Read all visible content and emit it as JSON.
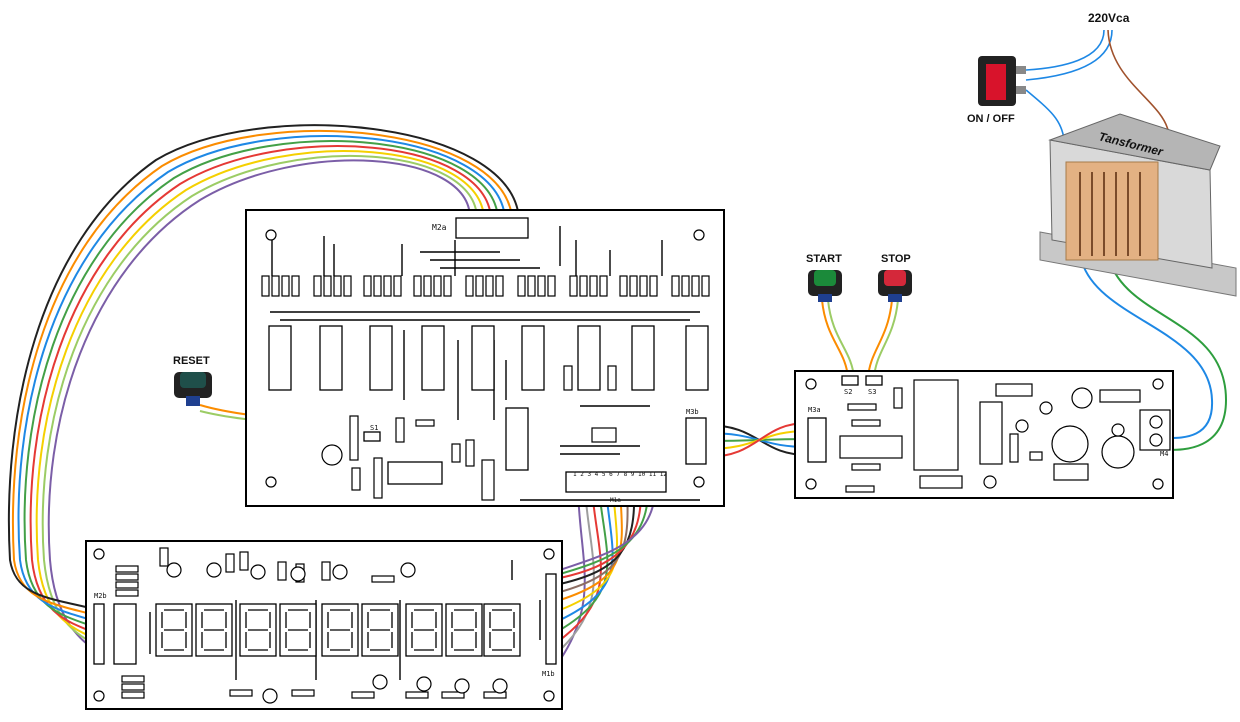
{
  "labels": {
    "mains": "220Vca",
    "power_switch": "ON / OFF",
    "transformer": "Tansformer",
    "start": "START",
    "stop": "STOP",
    "reset": "RESET"
  },
  "connectors": {
    "m2a": "M2a",
    "m2b": "M2b",
    "m1a": "M1a",
    "m1b": "M1b",
    "m3a": "M3a",
    "m3b": "M3b",
    "m4": "M4",
    "s1": "S1",
    "s2": "S2",
    "s3": "S3",
    "m1a_pins": "1 2 3 4 5 6 7 8 9 10 11 12"
  },
  "wire_colors": [
    "#7b5ea7",
    "#9e9e9e",
    "#f5d000",
    "#e53935",
    "#43a047",
    "#1e88e5",
    "#fb8c00",
    "#212121"
  ],
  "button_colors": {
    "start": "#1b8a3a",
    "stop": "#d4283a",
    "reset": "#1f4f4a",
    "power": "#d8132b"
  }
}
